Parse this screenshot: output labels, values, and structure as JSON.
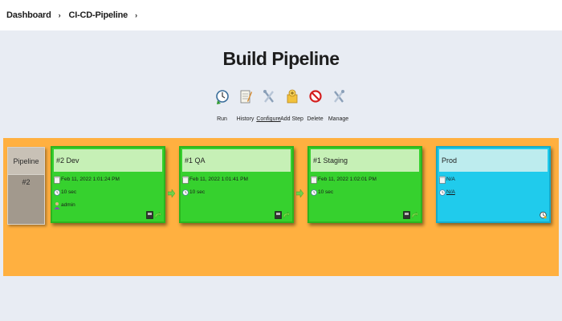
{
  "breadcrumb": {
    "items": [
      "Dashboard",
      "CI-CD-Pipeline"
    ],
    "separator": "›"
  },
  "page": {
    "title": "Build Pipeline"
  },
  "toolbar": {
    "items": [
      {
        "label": "Run",
        "icon": "run-clock-icon"
      },
      {
        "label": "History",
        "icon": "notepad-icon"
      },
      {
        "label": "Configure",
        "icon": "tools-icon"
      },
      {
        "label": "Add Step",
        "icon": "add-step-icon"
      },
      {
        "label": "Delete",
        "icon": "no-entry-icon"
      },
      {
        "label": "Manage",
        "icon": "tools-icon"
      }
    ]
  },
  "pipeline": {
    "label": "Pipeline",
    "number": "#2",
    "stages": [
      {
        "title": "#2 Dev",
        "date": "Feb 11, 2022 1:01:24 PM",
        "duration": "10 sec",
        "user": "admin",
        "status": "success"
      },
      {
        "title": "#1 QA",
        "date": "Feb 11, 2022 1:01:41 PM",
        "duration": "10 sec",
        "status": "success"
      },
      {
        "title": "#1 Staging",
        "date": "Feb 11, 2022 1:02:01 PM",
        "duration": "10 sec",
        "status": "success"
      },
      {
        "title": "Prod",
        "date": "N/A",
        "duration": "N/A",
        "status": "pending"
      }
    ]
  },
  "colors": {
    "pipeline_background": "#ffb040",
    "success": "#36d12e",
    "pending": "#20cbec",
    "label_box": "#a2998d"
  }
}
